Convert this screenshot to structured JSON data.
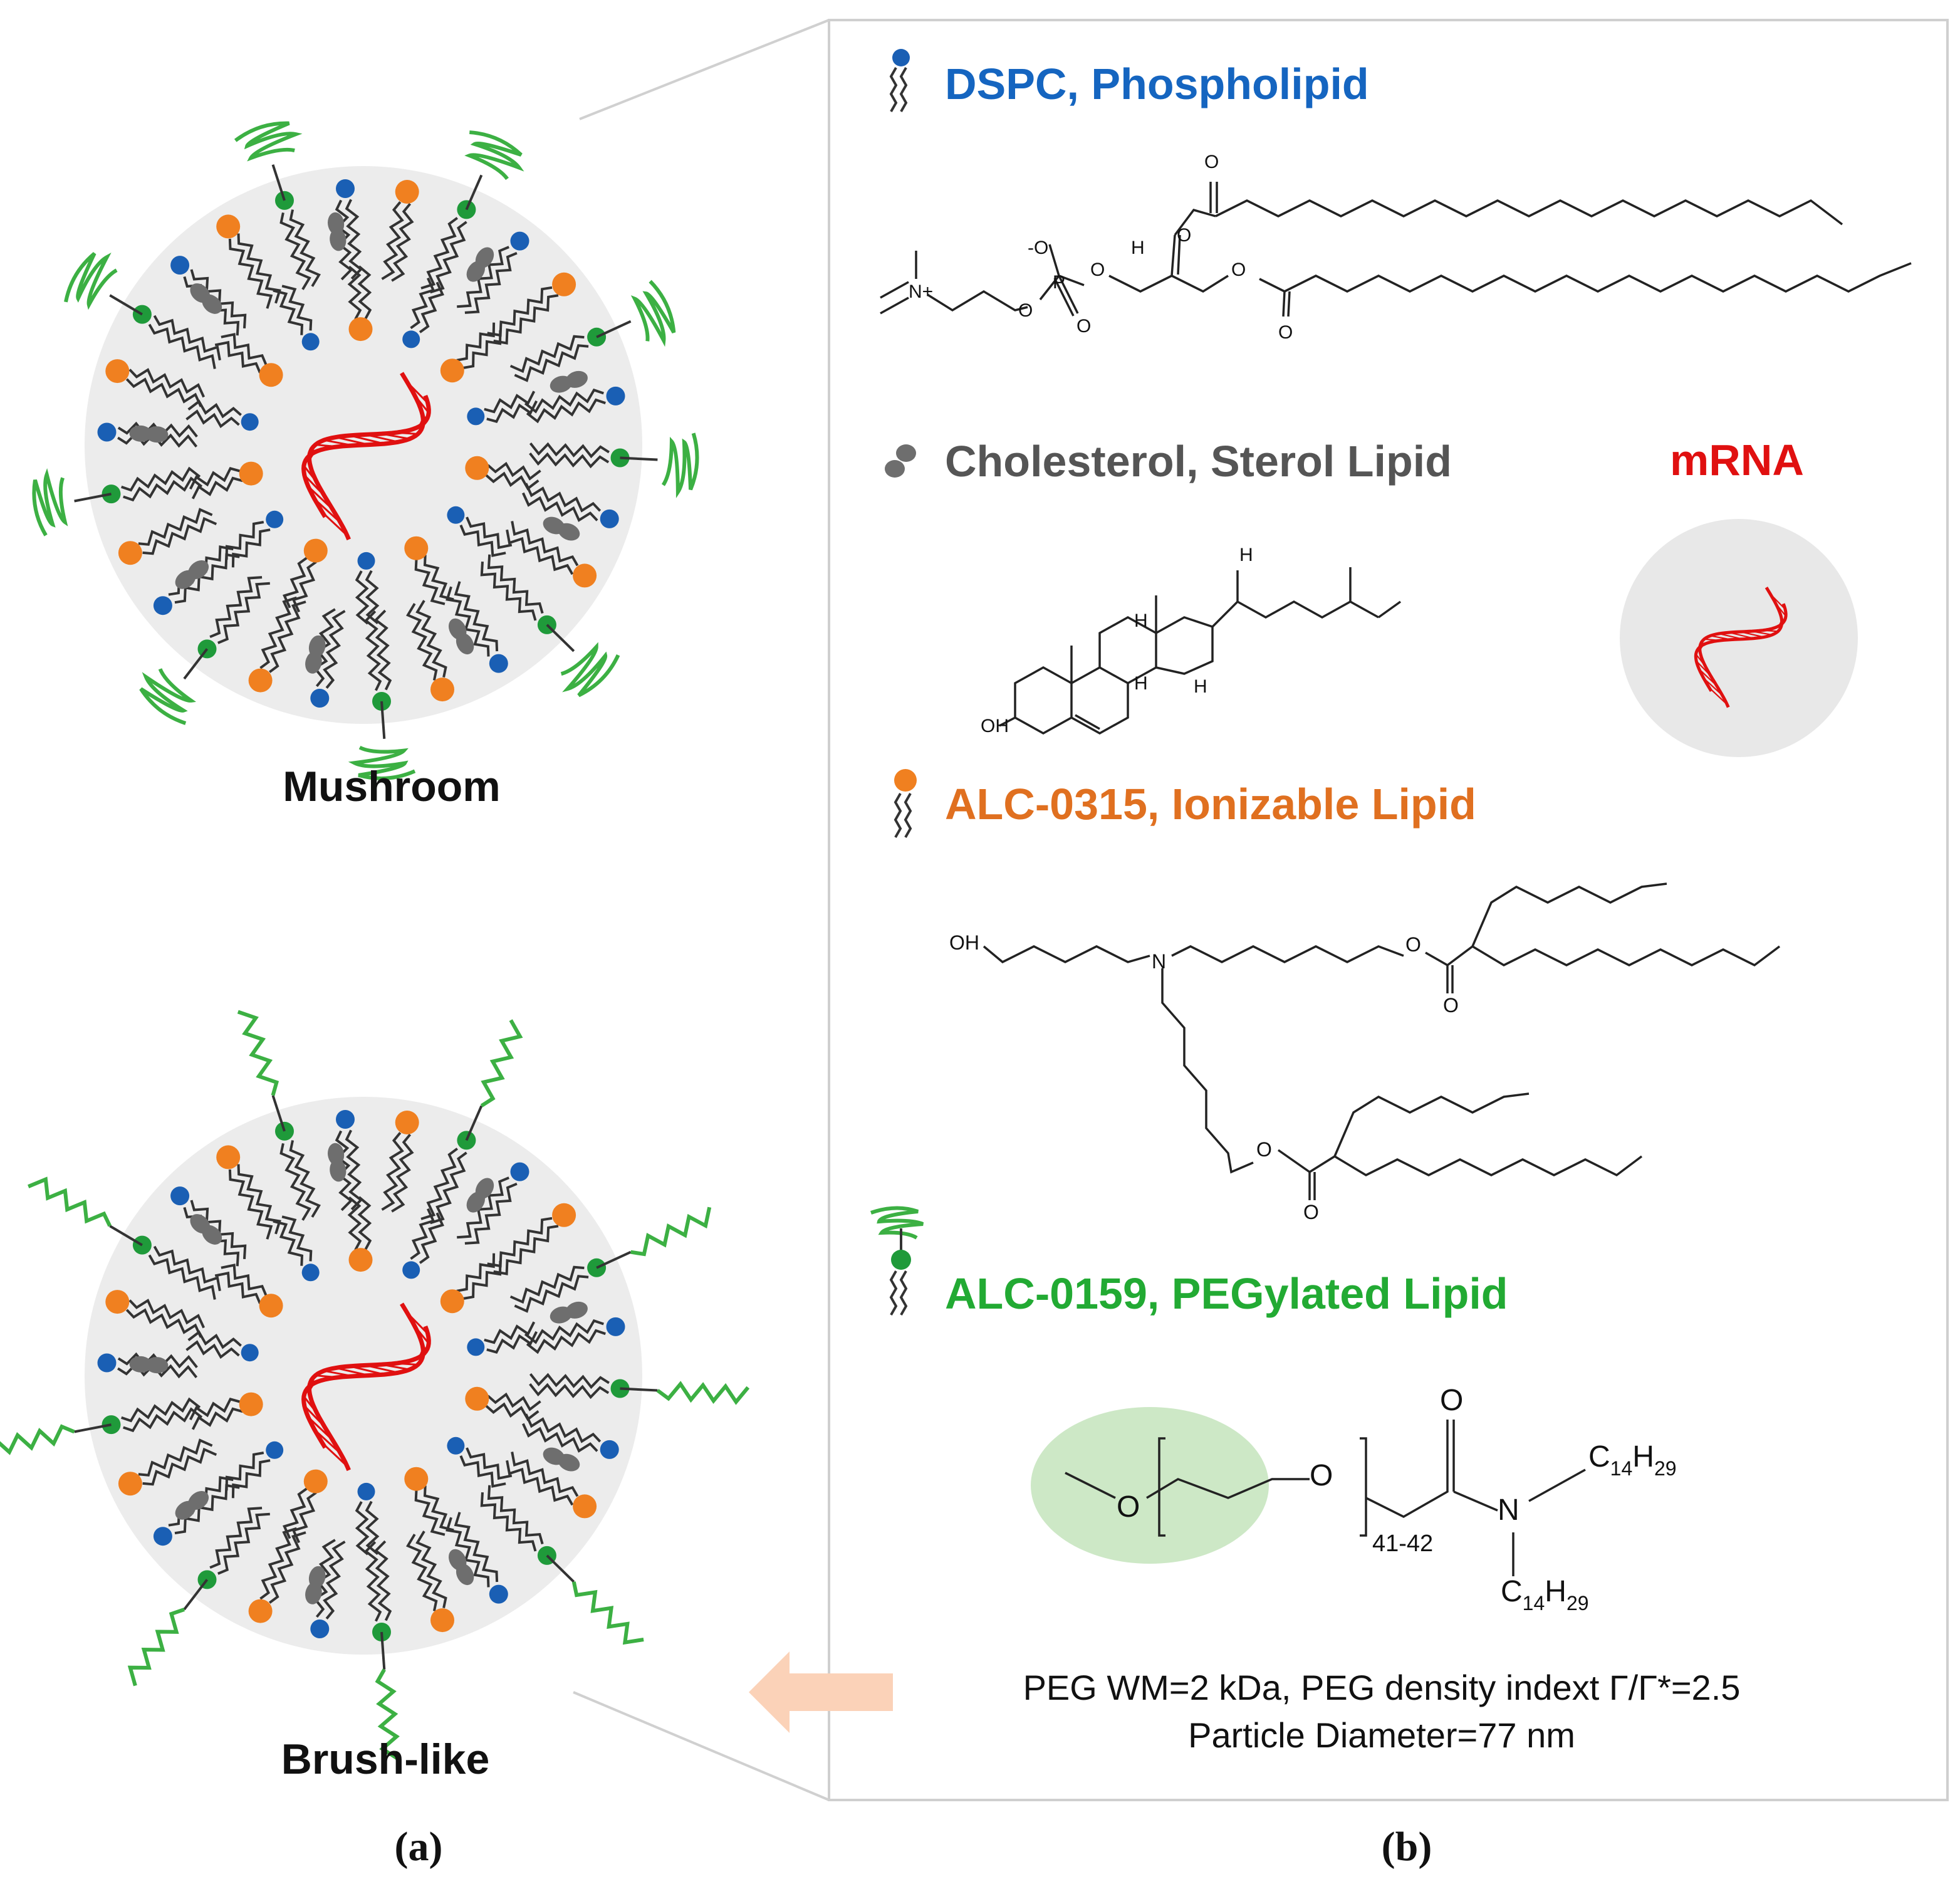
{
  "panel_a": {
    "top_label": "Mushroom",
    "bottom_label": "Brush-like",
    "caption": "(a)"
  },
  "panel_b": {
    "caption": "(b)",
    "legend": [
      {
        "key": "dspc",
        "text": "DSPC, Phospholipid",
        "color": "#1565c0"
      },
      {
        "key": "chol",
        "text": "Cholesterol, Sterol Lipid",
        "color": "#555555"
      },
      {
        "key": "alc0315",
        "text": "ALC-0315, Ionizable Lipid",
        "color": "#e07020"
      },
      {
        "key": "alc0159",
        "text": "ALC-0159, PEGylated Lipid",
        "color": "#22aa33"
      }
    ],
    "mrna_label": "mRNA",
    "mrna_color": "#e01010",
    "dspc_atoms": {
      "o_top": "O",
      "o_minus": "-O",
      "p": "P",
      "o1": "O",
      "o2": "O",
      "o3": "O",
      "o4": "O",
      "o5": "O",
      "o6": "O",
      "h": "H",
      "n_plus": "N+"
    },
    "chol_atoms": {
      "oh": "OH",
      "h1": "H",
      "h2": "H",
      "h3": "H",
      "h4": "H"
    },
    "alc0315_atoms": {
      "oh": "OH",
      "n": "N",
      "o1": "O",
      "o2": "O",
      "o3": "O",
      "o4": "O"
    },
    "peg": {
      "o_left": "O",
      "o_right": "O",
      "o_carbonyl": "O",
      "n": "N",
      "repeat": "41-42",
      "chain1_c": "C",
      "chain1_c_sub": "14",
      "chain1_h": "H",
      "chain1_h_sub": "29",
      "chain2_c": "C",
      "chain2_c_sub": "14",
      "chain2_h": "H",
      "chain2_h_sub": "29"
    },
    "note_line1": "PEG WM=2 kDa, PEG density indext Γ/Γ*=2.5",
    "note_line2": "Particle Diameter=77 nm"
  },
  "colors": {
    "phospholipid_head": "#1a5fb4",
    "ionizable_head": "#f08020",
    "peg_head": "#1f9a3a",
    "peg_chain": "#3cb043",
    "cholesterol": "#6e6e6e",
    "tail": "#333333",
    "core": "#ececec",
    "mrna": "#e01010",
    "arrow": "#fbd2b8",
    "peg_highlight": "#cde8c6",
    "frame": "#cccccc"
  }
}
